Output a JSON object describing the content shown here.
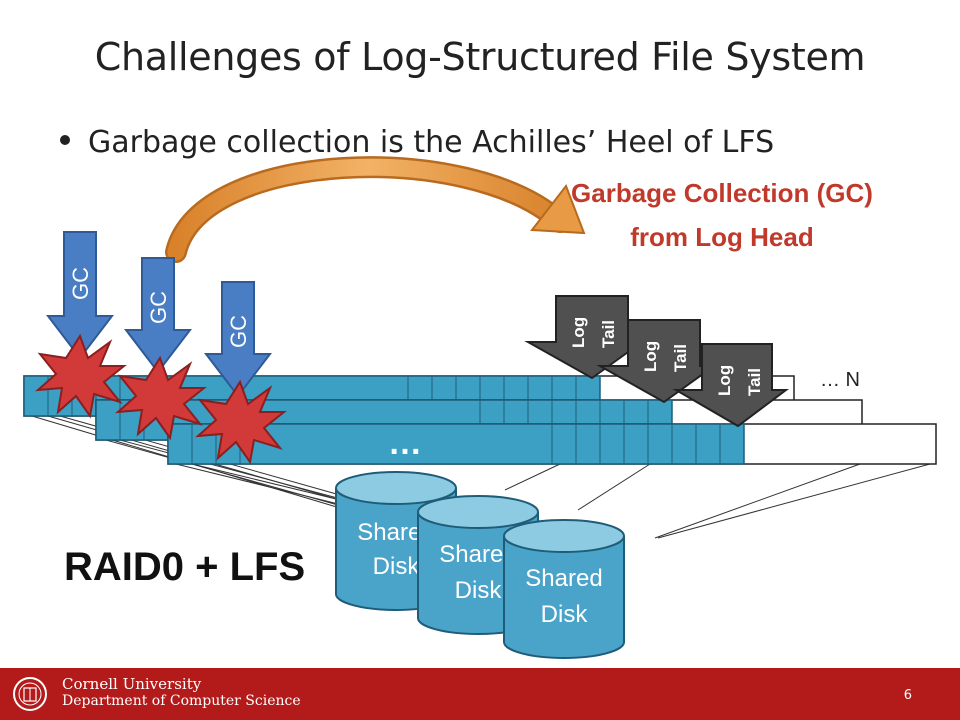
{
  "slide": {
    "title": "Challenges of Log-Structured File System",
    "bullet": "Garbage collection is the Achilles’ Heel of LFS",
    "annotation_line1": "Garbage Collection (GC)",
    "annotation_line2": "from Log Head",
    "main_label": "RAID0 + LFS",
    "gc_label": "GC",
    "log_tail_line1": "Log",
    "log_tail_line2": "Tail",
    "ellipsis": "…",
    "n_label": "… N",
    "disk_line1": "Shared",
    "disk_line2": "Disk"
  },
  "footer": {
    "university": "Cornell University",
    "department": "Department of Computer Science",
    "page_number": "6"
  },
  "colors": {
    "log_fill": "#3c9fc4",
    "log_stroke": "#1f5c78",
    "gc_arrow": "#4a7ec4",
    "explosion": "#d23a3a",
    "curved_arrow": "#e89a44",
    "annotation_text": "#c0392b",
    "log_tail_arrow": "#505050",
    "disk_fill": "#4aa3c8",
    "disk_top": "#8ccbe2",
    "footer_bg": "#b31b1b"
  }
}
